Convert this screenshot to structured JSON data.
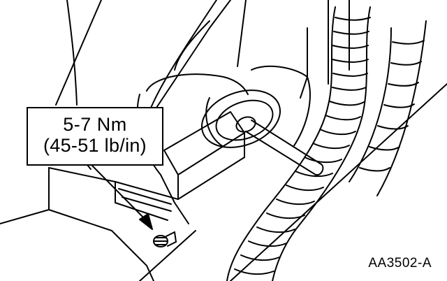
{
  "callout": {
    "torque_metric": "5-7 Nm",
    "torque_imperial": "(45-51 lb/in)"
  },
  "figure_id": "AA3502-A"
}
